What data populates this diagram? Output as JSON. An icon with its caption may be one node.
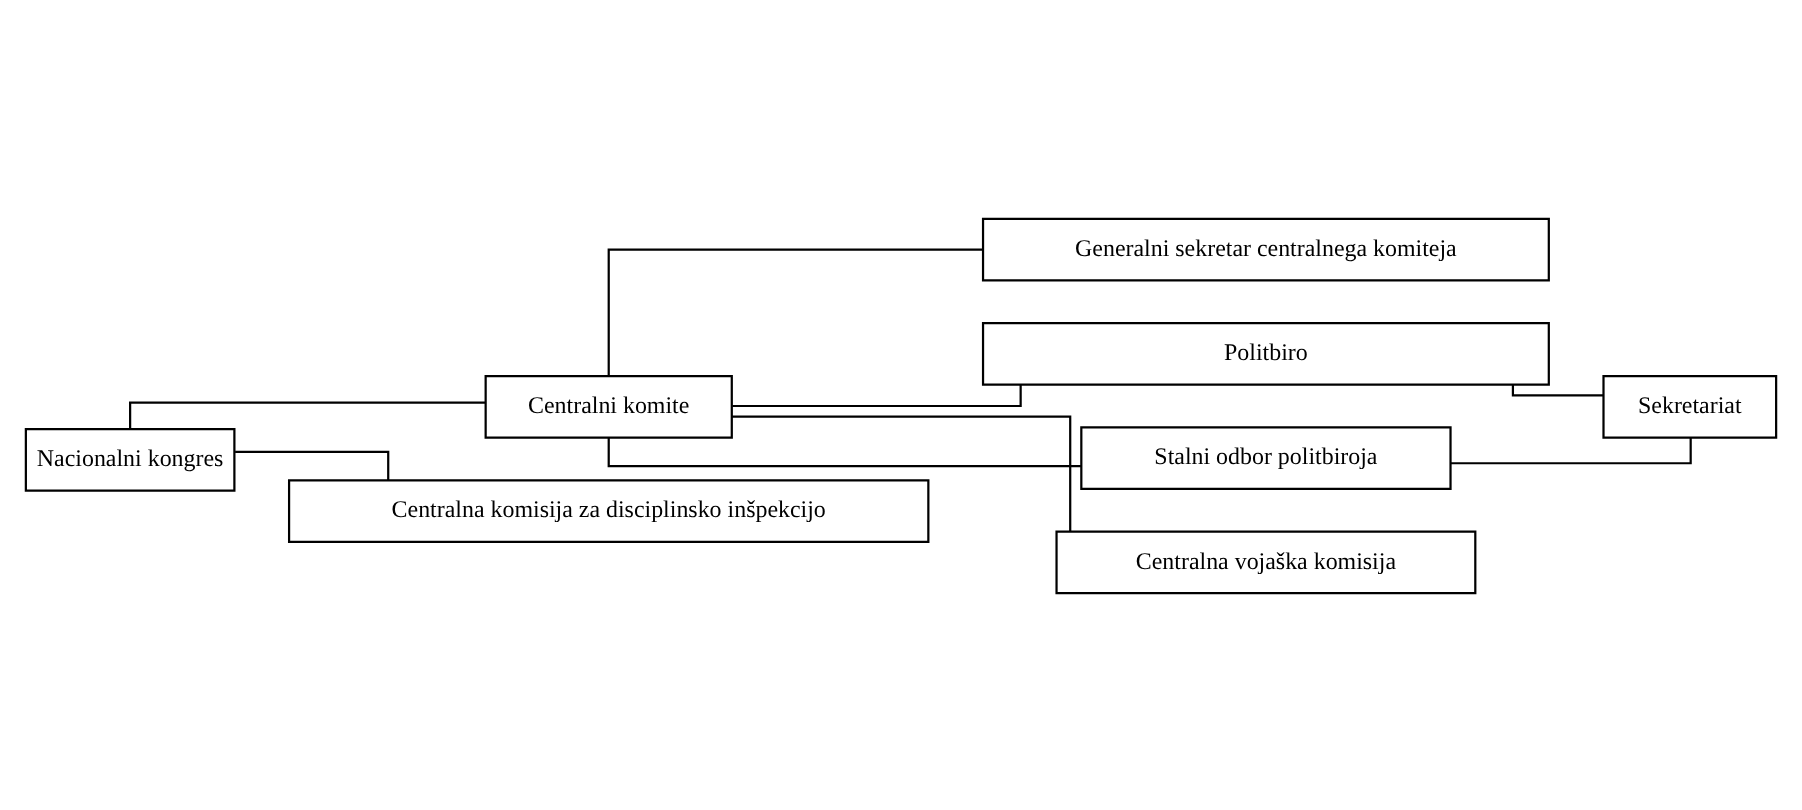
{
  "diagram": {
    "nodes": [
      {
        "text": [
          "Nacionalni kongres"
        ]
      },
      {
        "text": [
          "Centralni komite"
        ]
      },
      {
        "text": [
          "Generalni sekretar centralnega komiteja"
        ]
      },
      {
        "text": [
          "Politbiro"
        ]
      },
      {
        "text": [
          "Stalni odbor politbiroja"
        ]
      },
      {
        "text": [
          "Sekretariat"
        ]
      },
      {
        "text": [
          "Centralna vojaška komisija"
        ]
      },
      {
        "text": [
          "Centralna komisija za disciplinsko inšpekcijo"
        ]
      }
    ],
    "edges": [
      {
        "from": 0,
        "to": 1,
        "arrow": "none"
      },
      {
        "from": 0,
        "to": 7,
        "arrow": "none"
      },
      {
        "from": 1,
        "to": 2,
        "arrow": "none"
      },
      {
        "from": 1,
        "to": 3,
        "arrow": "none"
      },
      {
        "from": 1,
        "to": 4,
        "arrow": "none"
      },
      {
        "from": 1,
        "to": 6,
        "arrow": "none"
      },
      {
        "from": 3,
        "to": 5,
        "arrow": "none"
      },
      {
        "from": 4,
        "to": 5,
        "arrow": "none"
      }
    ]
  }
}
